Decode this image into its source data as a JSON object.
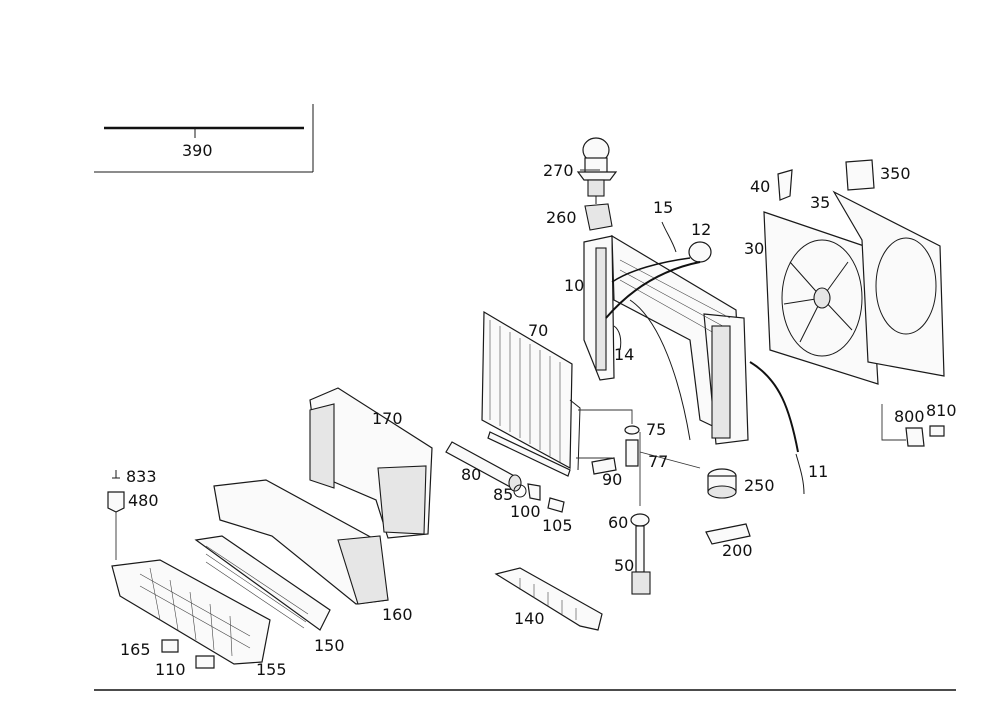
{
  "callouts": {
    "c390": "390",
    "c270": "270",
    "c260": "260",
    "c15": "15",
    "c12": "12",
    "c10": "10",
    "c14": "14",
    "c40": "40",
    "c350": "350",
    "c35": "35",
    "c30": "30",
    "c70": "70",
    "c170": "170",
    "c75": "75",
    "c77": "77",
    "c90": "90",
    "c80": "80",
    "c85": "85",
    "c100": "100",
    "c105": "105",
    "c800": "800",
    "c810": "810",
    "c11": "11",
    "c250": "250",
    "c60": "60",
    "c200": "200",
    "c50": "50",
    "c833": "833",
    "c480": "480",
    "c140": "140",
    "c160": "160",
    "c150": "150",
    "c165": "165",
    "c110": "110",
    "c155": "155"
  }
}
